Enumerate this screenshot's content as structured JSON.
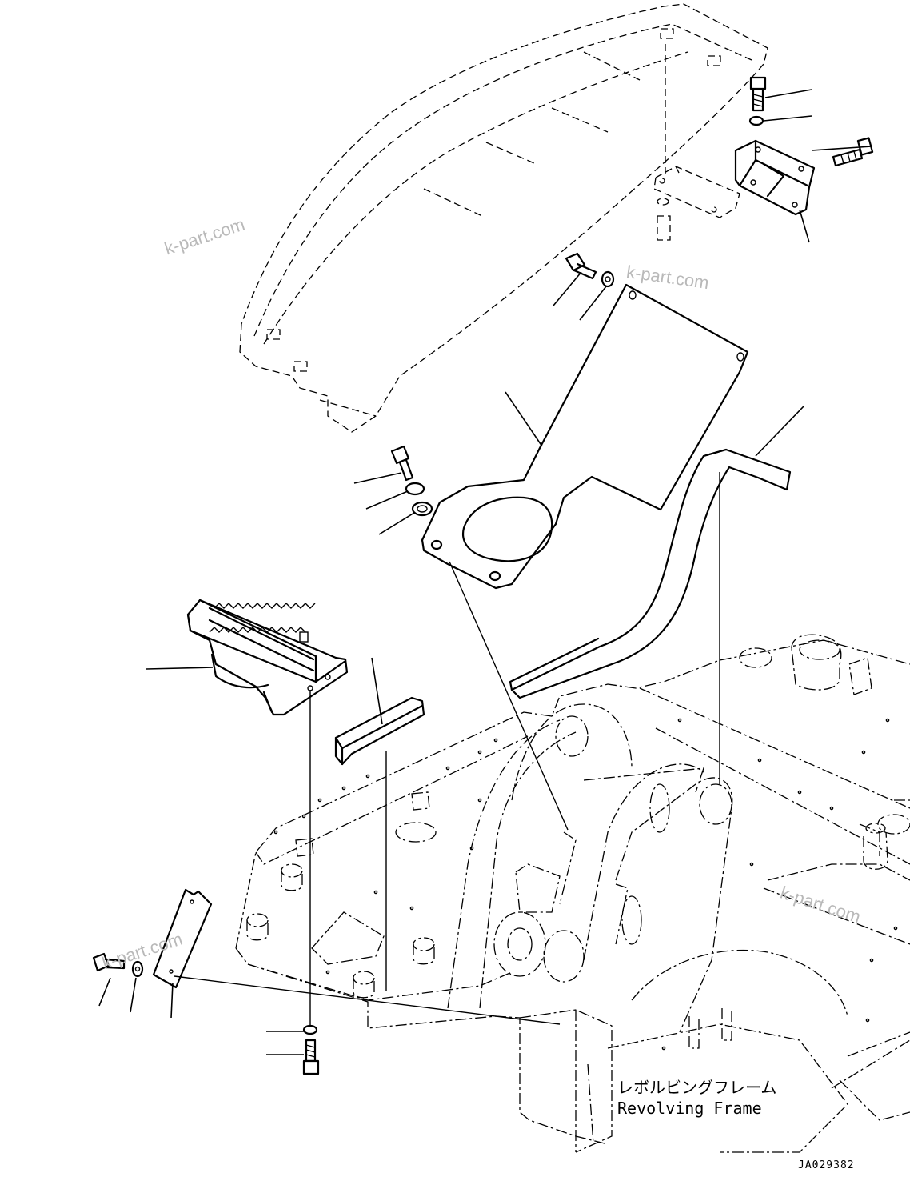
{
  "labels": {
    "frame_jp": "レボルビングフレーム",
    "frame_en": "Revolving Frame",
    "drawing_code": "JA029382"
  },
  "watermarks": [
    "k-part.com",
    "k-part.com",
    "k-part.com",
    "k-part.com"
  ],
  "icons": {
    "bolt": "bolt-icon",
    "washer": "washer-icon",
    "step": "step-icon"
  },
  "colors": {
    "line": "#000000",
    "watermark": "#b9b9b9",
    "background": "#ffffff"
  }
}
